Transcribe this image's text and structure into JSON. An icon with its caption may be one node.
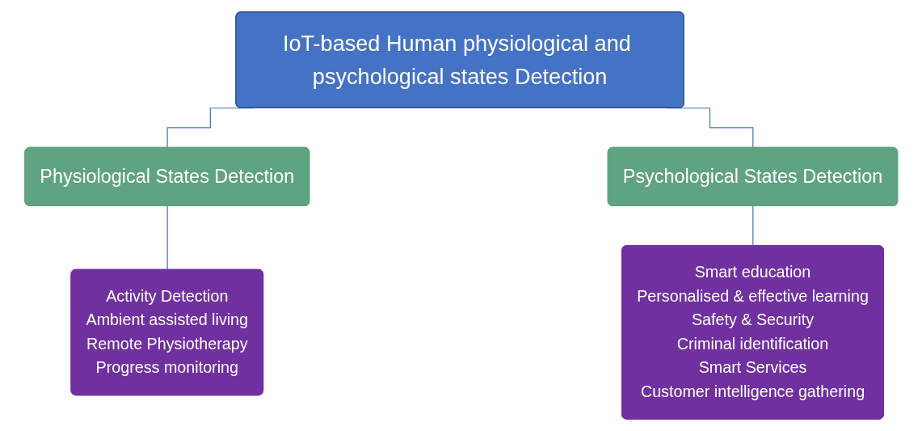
{
  "diagram": {
    "nodes": [
      {
        "text": [
          "IoT-based Human physiological and psychological states Detection"
        ]
      },
      {
        "text": [
          "Physiological States Detection"
        ]
      },
      {
        "text": [
          "Psychological States Detection"
        ]
      },
      {
        "text": [
          "Activity Detection",
          "Ambient assisted living",
          "Remote Physiotherapy",
          "Progress monitoring"
        ]
      },
      {
        "text": [
          "Smart education",
          "Personalised & effective learning",
          "Safety & Security",
          "Criminal identification",
          "Smart Services",
          "Customer intelligence gathering"
        ]
      }
    ],
    "edges": [
      {
        "from": 0,
        "to": 1,
        "arrow": "none"
      },
      {
        "from": 0,
        "to": 2,
        "arrow": "none"
      },
      {
        "from": 1,
        "to": 3,
        "arrow": "none"
      },
      {
        "from": 2,
        "to": 4,
        "arrow": "none"
      }
    ]
  }
}
